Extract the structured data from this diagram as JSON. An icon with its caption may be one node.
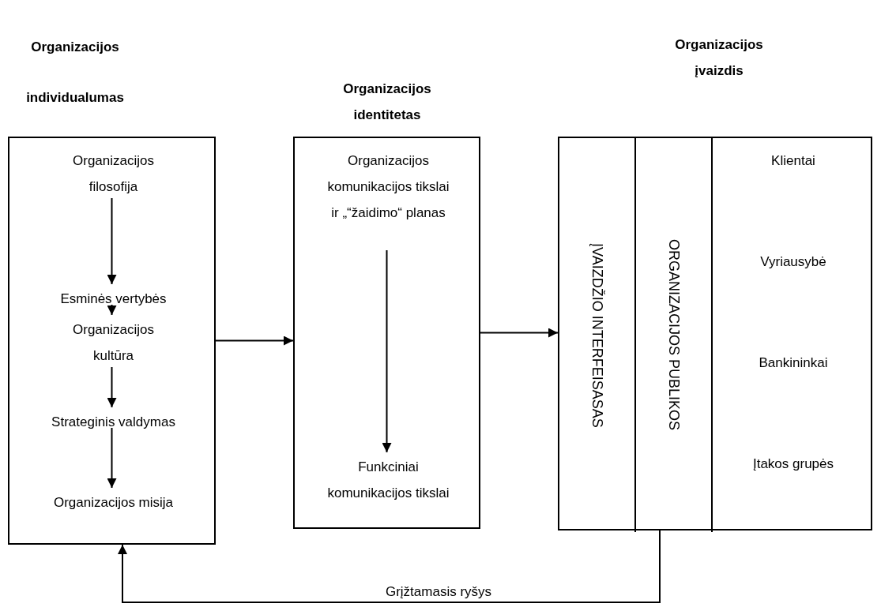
{
  "diagram": {
    "nodes": [
      {
        "text": [],
        "shape": "box"
      },
      {
        "text": [
          "Organizacijos filosofija"
        ],
        "in": 0
      },
      {
        "text": [
          "Esminės vertybės"
        ],
        "in": 0
      },
      {
        "text": [
          "Organizacijos kultūra"
        ],
        "in": 0
      },
      {
        "text": [
          "Strateginis valdymas"
        ],
        "in": 0
      },
      {
        "text": [
          "Organizacijos misija"
        ],
        "in": 0
      },
      {
        "text": [],
        "shape": "box"
      },
      {
        "text": [
          "Organizacijos komunikacijos tikslai ir „“žaidimo“ planas"
        ],
        "in": 6
      },
      {
        "text": [
          "Funkciniai komunikacijos tikslai"
        ],
        "in": 6
      },
      {
        "text": [],
        "shape": "box"
      },
      {
        "text": [
          "ĮVAIZDŽIO INTERFEISASAS"
        ],
        "in": 9
      },
      {
        "text": [
          "ORGANIZACIJOS PUBLIKOS"
        ],
        "in": 9
      },
      {
        "text": [
          "Klientai",
          "Vyriausybė",
          "Bankininkai",
          "Įtakos grupės"
        ],
        "in": 9
      }
    ],
    "edges": [
      {
        "from": 1,
        "to": 2,
        "arrow": "to"
      },
      {
        "from": 2,
        "to": 3,
        "arrow": "to"
      },
      {
        "from": 3,
        "to": 4,
        "arrow": "to"
      },
      {
        "from": 4,
        "to": 5,
        "arrow": "to"
      },
      {
        "from": 0,
        "to": 6,
        "arrow": "to"
      },
      {
        "from": 7,
        "to": 8,
        "arrow": "to"
      },
      {
        "from": 6,
        "to": 9,
        "arrow": "to"
      },
      {
        "from": 11,
        "to": 0,
        "arrow": "to",
        "label": "Grįžtamasis ryšys"
      }
    ],
    "labels": [
      "Organizacijos individualumas",
      "Organizacijos identitetas",
      "Organizacijos įvaizdis"
    ]
  }
}
